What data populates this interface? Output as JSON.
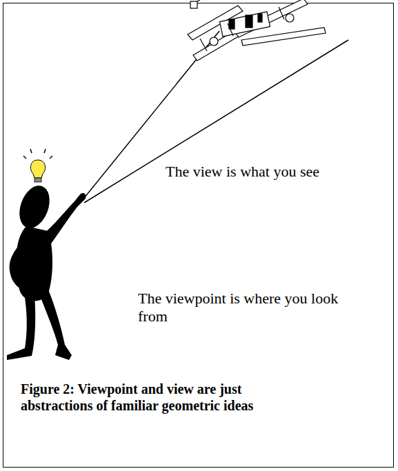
{
  "diagram": {
    "caption": "Figure 2: Viewpoint and view are just abstractions of familiar geometric ideas",
    "labels": [
      "The view is what you see",
      "The viewpoint is where you look from"
    ]
  }
}
